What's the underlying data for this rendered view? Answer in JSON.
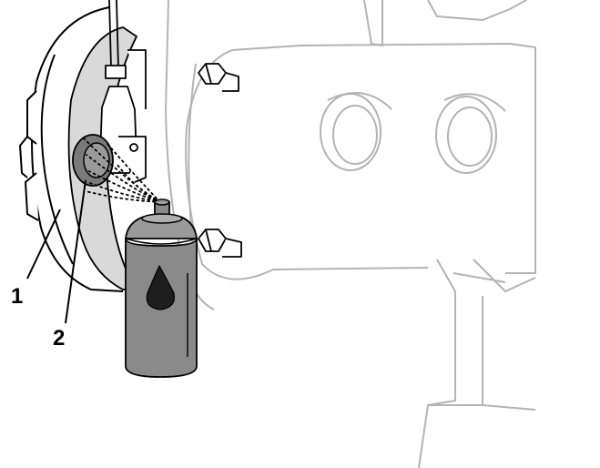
{
  "callouts": [
    {
      "number": "1",
      "target": "brake-drum-assembly"
    },
    {
      "number": "2",
      "target": "brake-lever-pivot"
    }
  ],
  "colors": {
    "outline": "#000000",
    "faded_outline": "#b3b3b3",
    "can_body": "#8a8a8a",
    "can_top": "#9a9a9a",
    "drop": "#1e1e1e",
    "background": "#ffffff"
  },
  "icons": [
    "lubricant-spray-can",
    "oil-drop-icon",
    "spray-mist"
  ]
}
